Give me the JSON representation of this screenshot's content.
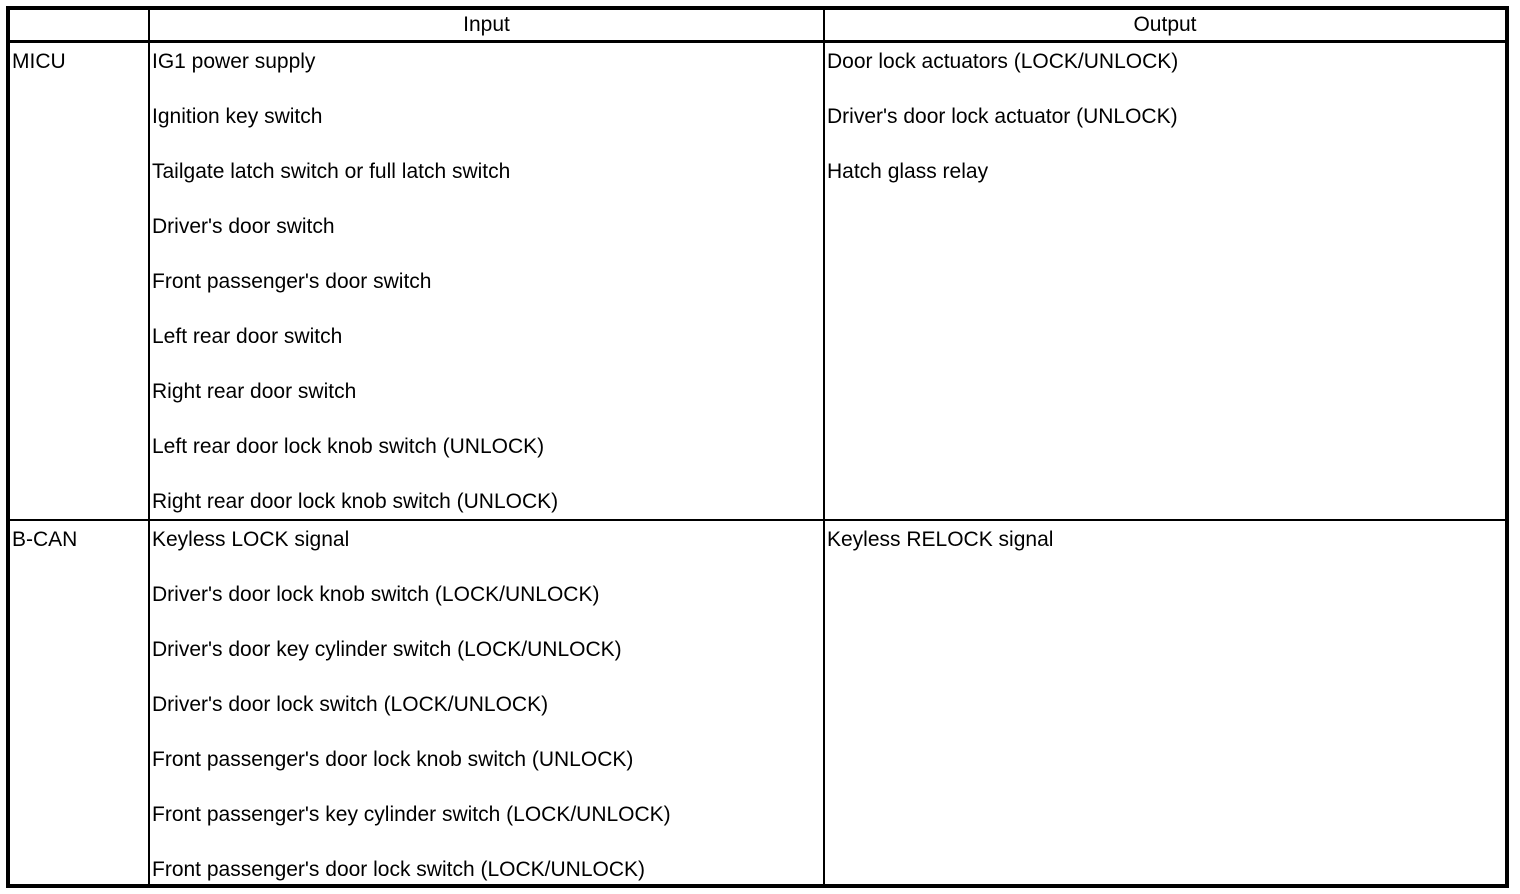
{
  "header": {
    "corner": "",
    "input": "Input",
    "output": "Output"
  },
  "rows": [
    {
      "label": "MICU",
      "inputs": [
        "IG1 power supply",
        "Ignition key switch",
        "Tailgate latch switch or full latch switch",
        "Driver's door switch",
        "Front passenger's door switch",
        "Left rear door switch",
        "Right rear door switch",
        "Left rear door lock knob switch (UNLOCK)",
        "Right rear door lock knob switch (UNLOCK)"
      ],
      "outputs": [
        "Door lock actuators (LOCK/UNLOCK)",
        "Driver's door lock actuator (UNLOCK)",
        "Hatch glass relay"
      ]
    },
    {
      "label": "B-CAN",
      "inputs": [
        "Keyless LOCK signal",
        "Driver's door lock knob switch (LOCK/UNLOCK)",
        "Driver's door key cylinder switch (LOCK/UNLOCK)",
        "Driver's door lock switch (LOCK/UNLOCK)",
        "Front passenger's door lock knob switch (UNLOCK)",
        "Front passenger's key cylinder switch (LOCK/UNLOCK)",
        "Front passenger's door lock switch (LOCK/UNLOCK)"
      ],
      "outputs": [
        "Keyless RELOCK signal"
      ]
    }
  ],
  "colors": {
    "border": "#000000",
    "background": "#ffffff",
    "text": "#000000"
  }
}
